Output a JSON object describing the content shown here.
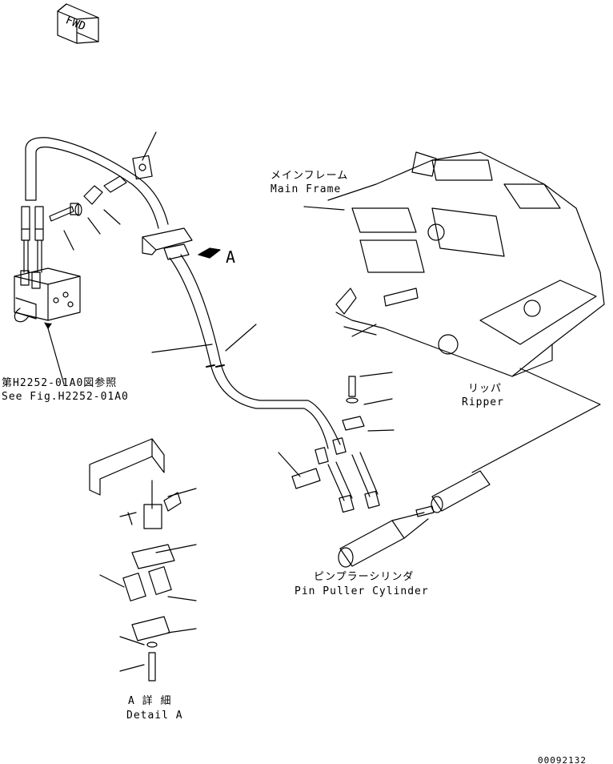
{
  "fwd_label": "FWD",
  "callout_arrow_label": "A",
  "labels": {
    "main_frame_jp": "メインフレーム",
    "main_frame_en": "Main Frame",
    "ripper_jp": "リッパ",
    "ripper_en": "Ripper",
    "see_fig_jp": "第H2252-01A0図参照",
    "see_fig_en": "See Fig.H2252-01A0",
    "pin_puller_jp": "ピンプラーシリンダ",
    "pin_puller_en": "Pin Puller Cylinder",
    "detail_jp": "A 詳 細",
    "detail_en": "Detail A"
  },
  "drawing_number": "00092132"
}
